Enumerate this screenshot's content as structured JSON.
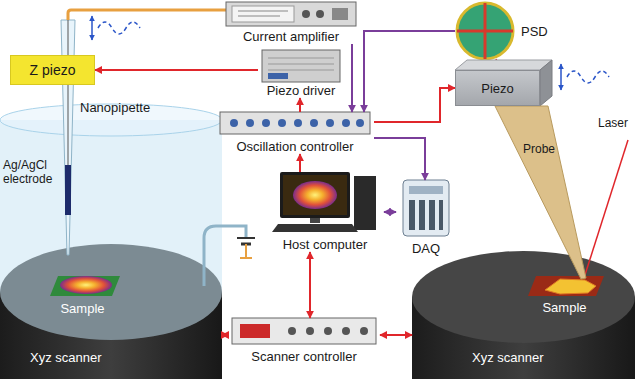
{
  "diagram": {
    "nodes": [
      {
        "text": [
          "Current amplifier"
        ]
      },
      {
        "text": [
          "Z piezo"
        ]
      },
      {
        "text": [
          "Piezo driver"
        ]
      },
      {
        "text": [
          "PSD"
        ]
      },
      {
        "text": [
          "Oscillation controller"
        ]
      },
      {
        "text": [
          "Piezo"
        ]
      },
      {
        "text": [
          "Host computer"
        ]
      },
      {
        "text": [
          "DAQ"
        ]
      },
      {
        "text": [
          "Xyz scanner"
        ]
      },
      {
        "text": [
          "Sample"
        ],
        "in": 8
      },
      {
        "text": [
          "Xyz scanner"
        ]
      },
      {
        "text": [
          "Sample"
        ],
        "in": 10
      },
      {
        "text": [
          "Scanner controller"
        ]
      }
    ],
    "edges": [
      {
        "from": 2,
        "to": 1,
        "arrow": "to"
      },
      {
        "from": 4,
        "to": 2,
        "arrow": "to"
      },
      {
        "from": 6,
        "to": 4,
        "arrow": "to"
      },
      {
        "from": 4,
        "to": 5,
        "arrow": "to"
      },
      {
        "from": 0,
        "to": 4,
        "arrow": "to"
      },
      {
        "from": 3,
        "to": 4,
        "arrow": "to"
      },
      {
        "from": 4,
        "to": 7,
        "arrow": "to"
      },
      {
        "from": 7,
        "to": 6,
        "arrow": "both"
      },
      {
        "from": 6,
        "to": 12,
        "arrow": "both"
      },
      {
        "from": 12,
        "to": 8,
        "arrow": "both"
      },
      {
        "from": 12,
        "to": 10,
        "arrow": "both"
      }
    ],
    "labels": [
      "Nanopipette",
      "Ag/AgCl electrode",
      "Probe",
      "Laser"
    ]
  }
}
